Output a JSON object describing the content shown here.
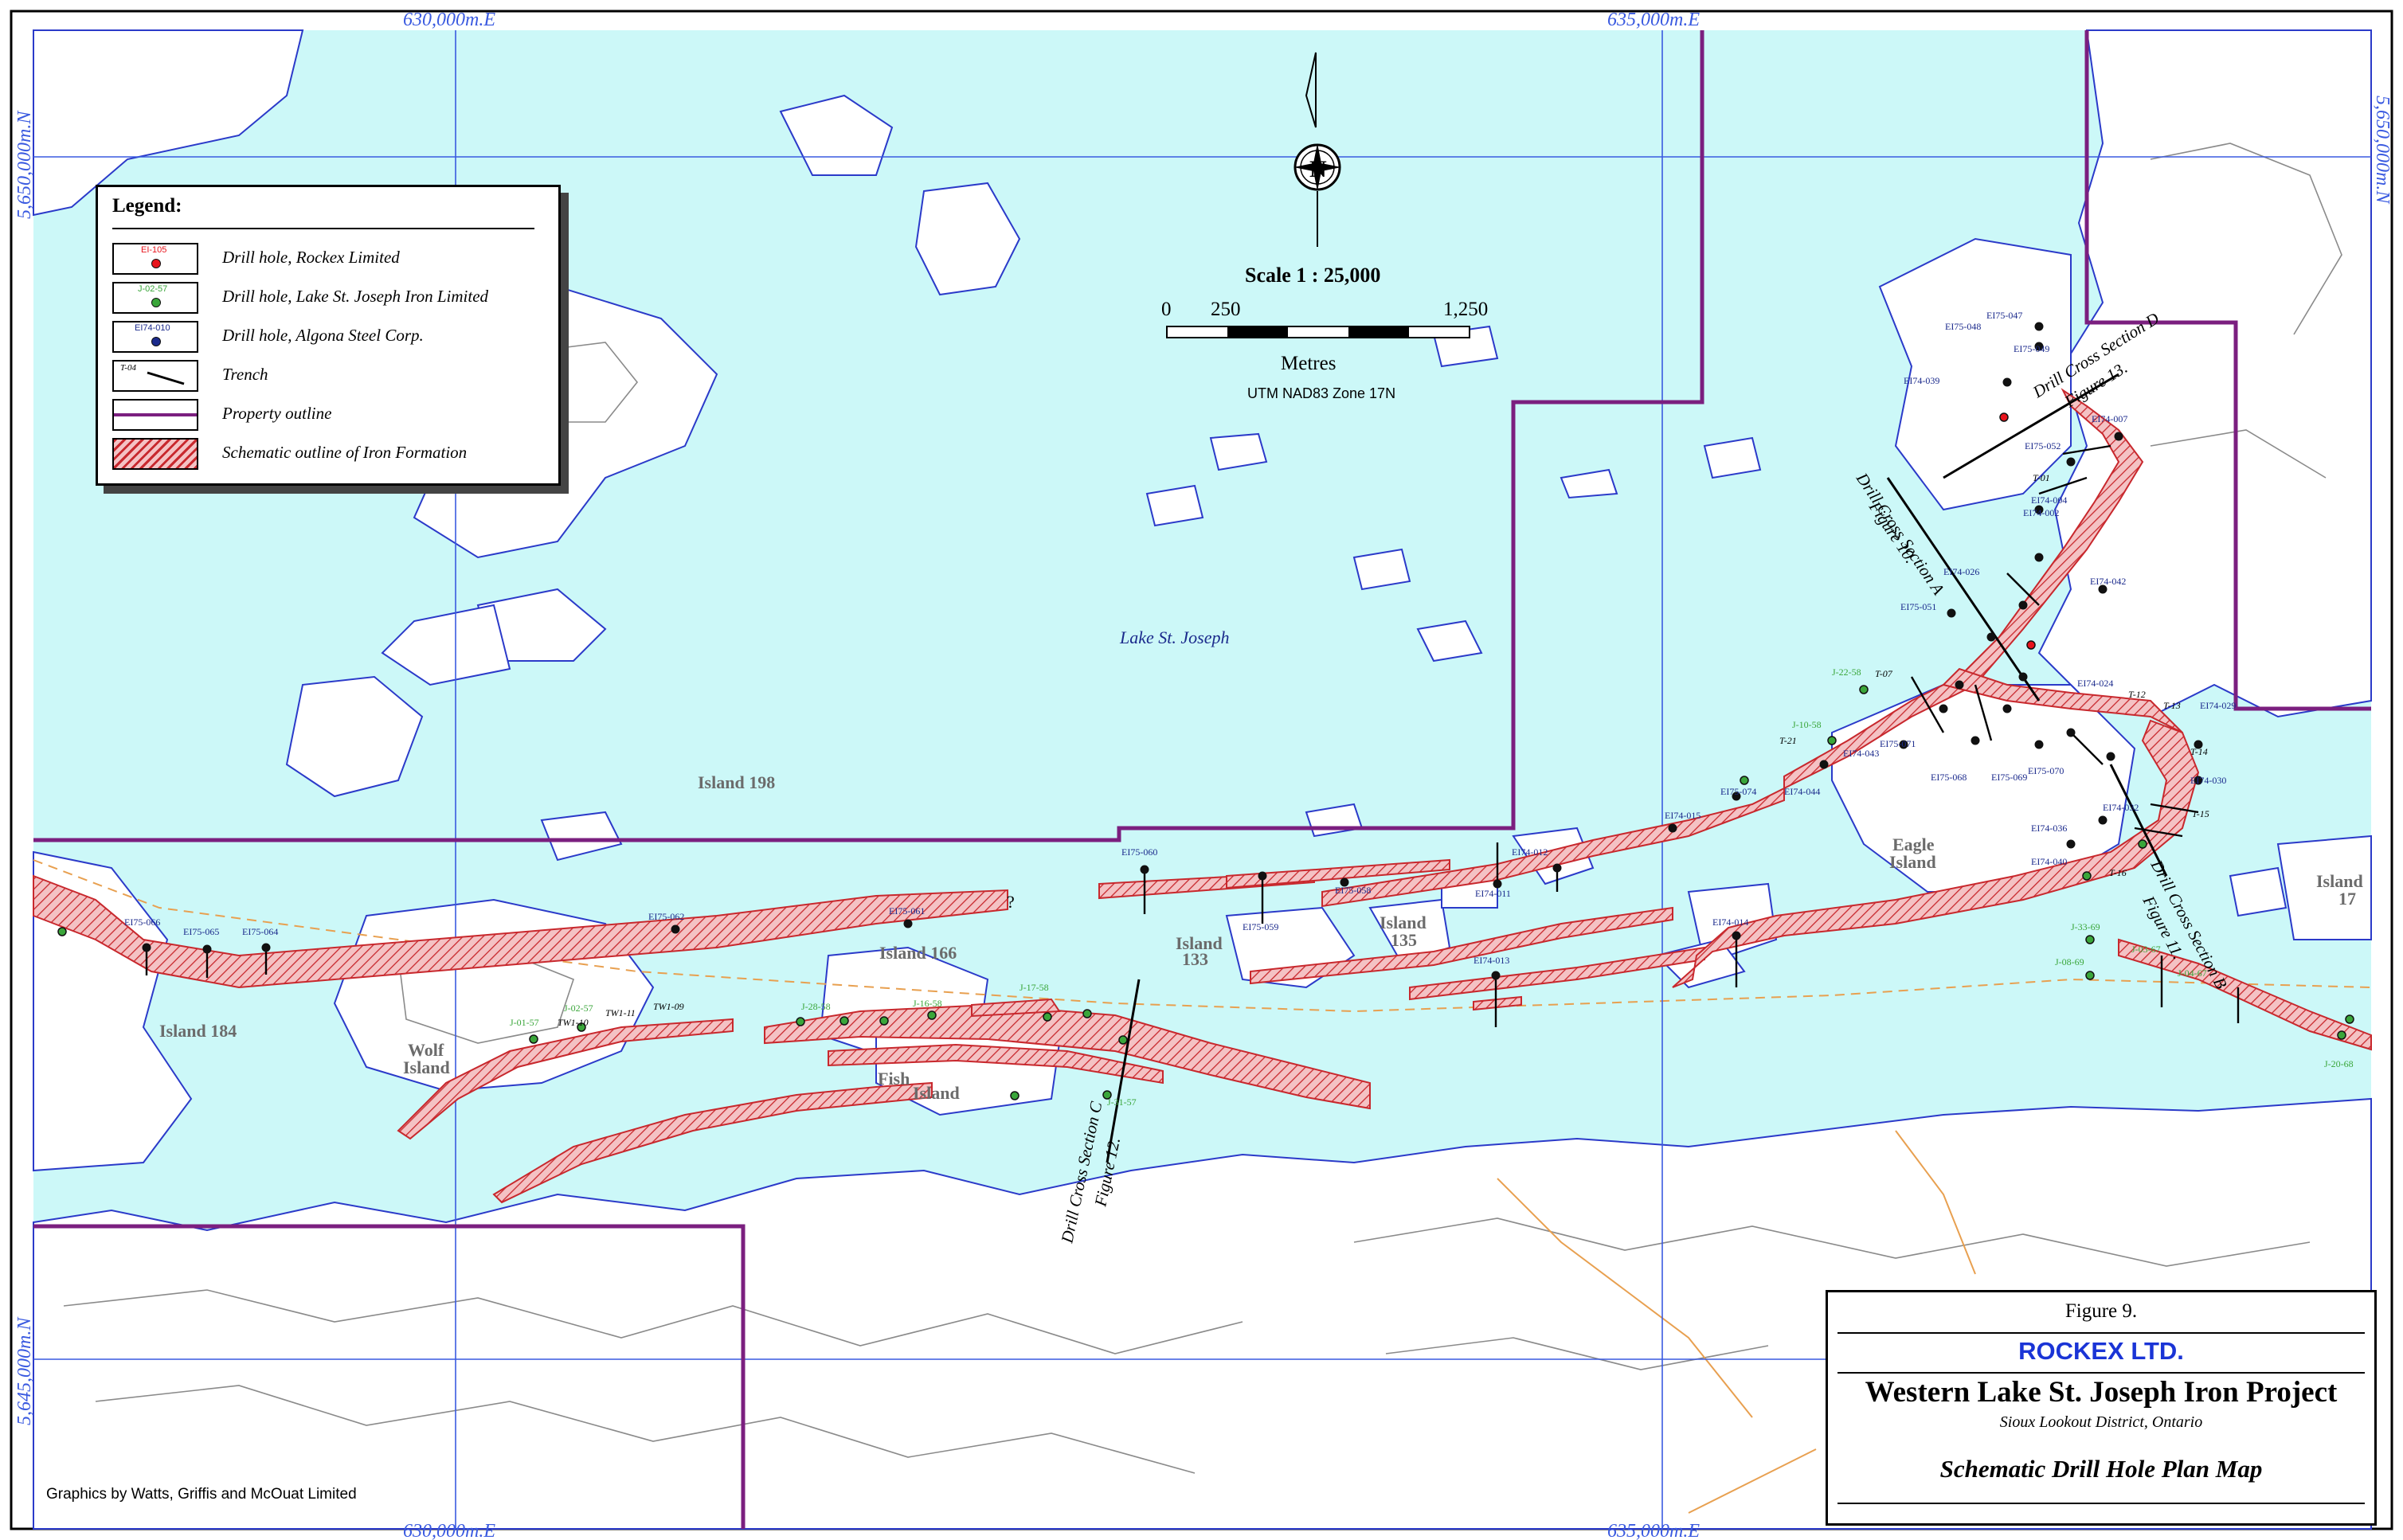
{
  "title_block": {
    "figure": "Figure 9.",
    "company": "ROCKEX LTD.",
    "project": "Western Lake St. Joseph Iron Project",
    "district": "Sioux Lookout District, Ontario",
    "map_title": "Schematic Drill Hole Plan Map"
  },
  "credit": "Graphics by Watts, Griffis and McOuat Limited",
  "legend": {
    "title": "Legend:",
    "items": [
      {
        "label": "Drill hole, Rockex Limited",
        "sample": "EI-105",
        "color": "#e8141c"
      },
      {
        "label": "Drill hole, Lake St. Joseph Iron Limited",
        "sample": "J-02-57",
        "color": "#3aa63a"
      },
      {
        "label": "Drill hole, Algona Steel Corp.",
        "sample": "EI74-010",
        "color": "#1b2a8c"
      },
      {
        "label": "Trench",
        "sample": "T-04"
      },
      {
        "label": "Property outline",
        "color": "#7b1f7f"
      },
      {
        "label": "Schematic outline of Iron Formation",
        "color": "#d0393c"
      }
    ]
  },
  "scale": {
    "label": "Scale 1 : 25,000",
    "ticks": [
      "0",
      "250",
      "1,250"
    ],
    "units": "Metres",
    "datum": "UTM NAD83 Zone 17N"
  },
  "north_label": "N",
  "grid_labels": {
    "easting_1": "630,000m.E",
    "easting_2": "635,000m.E",
    "northing_1": "5,650,000m.N",
    "northing_2": "5,645,000m.N"
  },
  "place_labels": {
    "lake": "Lake St. Joseph",
    "island_198": "Island 198",
    "island_184": "Island 184",
    "wolf": "Wolf",
    "island": "Island",
    "fish": "Fish",
    "island_166": "Island 166",
    "island_133_a": "Island",
    "island_133_b": "133",
    "island_135_a": "Island",
    "island_135_b": "135",
    "eagle": "Eagle",
    "island_17_a": "Island",
    "island_17_b": "17",
    "question": "?"
  },
  "sections": {
    "a_1": "Drill Cross Section A",
    "a_2": "Figure 10.",
    "b_1": "Drill Cross Section B",
    "b_2": "Figure 11.",
    "c_1": "Drill Cross Section C",
    "c_2": "Figure 12.",
    "d_1": "Drill Cross Section D",
    "d_2": "Figure 13."
  },
  "drill_holes": {
    "h1": "EI75-066",
    "h2": "EI75-065",
    "h3": "EI75-064",
    "h4": "EI75-062",
    "h5": "EI75-061",
    "h6": "EI75-060",
    "h7": "EI75-059",
    "h8": "EI75-058",
    "h9": "EI74-011",
    "h10": "EI74-013",
    "h11": "EI74-014",
    "h12": "EI74-015",
    "h13": "EI74-012",
    "h14": "EI75-074",
    "h15": "EI74-044",
    "h16": "EI74-043",
    "h17": "EI75-071",
    "h18": "EI75-068",
    "h19": "EI75-069",
    "h20": "EI75-070",
    "h21": "EI74-024",
    "h22": "EI74-029",
    "h23": "EI74-030",
    "h24": "EI74-032",
    "h25": "EI74-036",
    "h26": "EI74-040",
    "h27": "EI74-039",
    "h28": "EI75-047",
    "h29": "EI75-048",
    "h30": "EI75-049",
    "h31": "EI74-007",
    "h32": "EI75-052",
    "h33": "EI74-004",
    "h34": "EI74-026",
    "h35": "EI74-002",
    "h36": "EI75-051",
    "h37": "EI74-042",
    "j1": "J-01-57",
    "j2": "J-02-57",
    "j3": "J-03-67",
    "j4": "J-04-67",
    "j5": "J-08-69",
    "j6": "J-10-58",
    "j7": "J-17-58",
    "j8": "J-20-68",
    "j9": "J-22-58",
    "j10": "J-28-58",
    "j11": "J-33-69",
    "j12": "J-16-58",
    "j13": "J-31-57"
  },
  "trenches": {
    "t1": "TW1-10",
    "t2": "TW1-09",
    "t3": "TW1-11",
    "t4": "T-07",
    "t5": "T-21",
    "t6": "T-16",
    "t7": "T-15",
    "t8": "T-14",
    "t9": "T-13",
    "t10": "T-12",
    "t11": "T-01"
  }
}
